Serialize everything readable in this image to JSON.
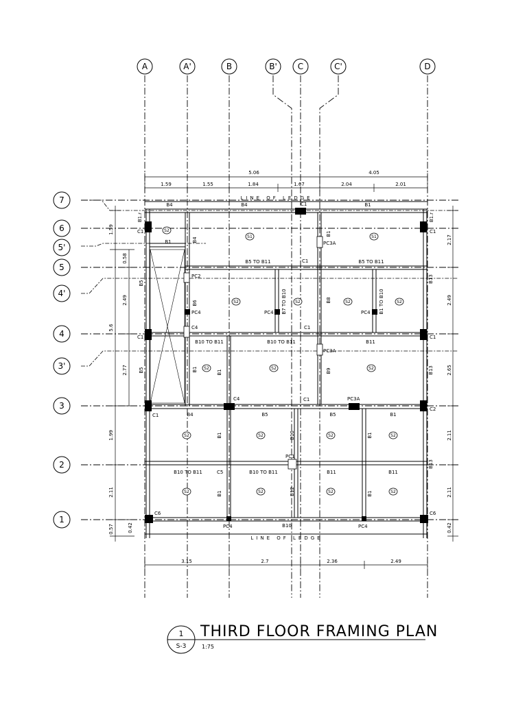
{
  "drawing": {
    "title": "THIRD FLOOR FRAMING PLAN",
    "scale": "1:75",
    "detail_number": "1",
    "sheet": "S-3"
  },
  "grid_columns": [
    "A",
    "A'",
    "B",
    "B'",
    "C",
    "C'",
    "D"
  ],
  "grid_rows": [
    "7",
    "6",
    "5'",
    "5",
    "4'",
    "4",
    "3'",
    "3",
    "2",
    "1"
  ],
  "top_dims": {
    "total_left": "5.06",
    "total_right": "4.05",
    "segments": [
      "1.59",
      "1.55",
      "1.84",
      "1.67",
      "2.04",
      "2.01"
    ]
  },
  "bottom_dims": [
    "3.15",
    "2.7",
    "2.36",
    "2.49"
  ],
  "left_dims": [
    "1.59",
    "0.58",
    "2.49",
    "2.77",
    "1.99",
    "2.11",
    "0.57",
    "0.42"
  ],
  "left_total": "5.6",
  "right_dims": [
    "2.17",
    "2.49",
    "2.65",
    "2.11",
    "2.11",
    "0.42"
  ],
  "ledge_label": "LINE OF LEDGE",
  "beam_labels": [
    "B4",
    "B4",
    "B1",
    "B1",
    "B1",
    "B5 TO B11",
    "B5 TO B11",
    "B10 TO B11",
    "B10 TO B11",
    "B11",
    "B4",
    "B5",
    "B5",
    "B1",
    "B10 TO B11",
    "B10 TO B11",
    "B11",
    "B11",
    "B10",
    "B4",
    "B5",
    "B5",
    "B6",
    "B1",
    "B1",
    "B1",
    "B1",
    "B1",
    "B1",
    "B1",
    "B1",
    "B7 TO B10",
    "B1 TO B10",
    "B8",
    "B9",
    "B10",
    "B12",
    "B13",
    "B13",
    "B13",
    "B1.r",
    "B1.r"
  ],
  "column_labels": [
    "C1",
    "C1",
    "C1",
    "C1",
    "C1",
    "C1",
    "C1",
    "C1",
    "C1",
    "C4",
    "C4",
    "C5",
    "C2",
    "C6",
    "C6",
    "PC2",
    "PC4",
    "PC4",
    "PC4",
    "PC4",
    "PC4",
    "PC3A",
    "PC3A",
    "PC3A",
    "PC1"
  ],
  "slab_tags": [
    "S1",
    "S2"
  ]
}
